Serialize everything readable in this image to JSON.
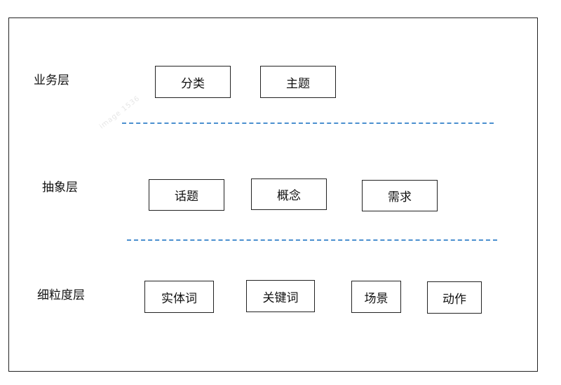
{
  "layers": [
    {
      "label": "业务层",
      "boxes": [
        "分类",
        "主题"
      ]
    },
    {
      "label": "抽象层",
      "boxes": [
        "话题",
        "概念",
        "需求"
      ]
    },
    {
      "label": "细粒度层",
      "boxes": [
        "实体词",
        "关键词",
        "场景",
        "动作"
      ]
    }
  ],
  "colors": {
    "divider": "#4a8fcf",
    "border": "#222222"
  }
}
